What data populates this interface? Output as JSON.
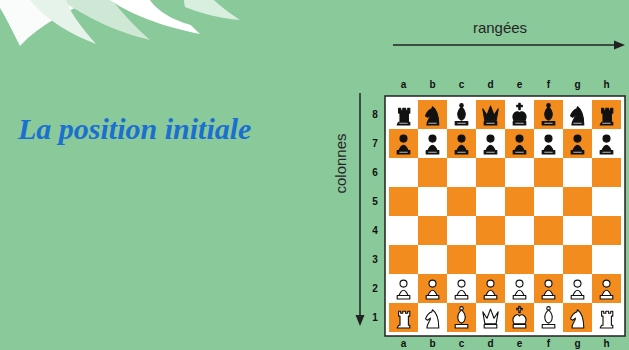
{
  "diagram": {
    "title": "La position initiale",
    "labels": [
      "rangées",
      "colonnes",
      "a",
      "b",
      "c",
      "d",
      "e",
      "f",
      "g",
      "h",
      "8",
      "7",
      "6",
      "5",
      "4",
      "3",
      "2",
      "1",
      "a",
      "b",
      "c",
      "d",
      "e",
      "f",
      "g",
      "h"
    ]
  }
}
